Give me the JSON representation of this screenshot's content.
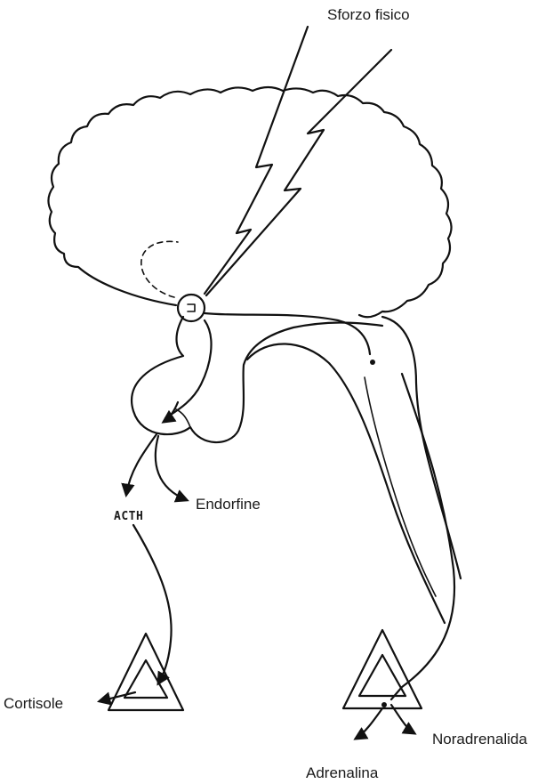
{
  "labels": {
    "stimulus": "Sforzo fisico",
    "acth": "ACTH",
    "endorphins": "Endorfine",
    "cortisol": "Cortisole",
    "adrenaline": "Adrenalina",
    "noradrenaline": "Noradrenalida"
  },
  "colors": {
    "ink": "#111111",
    "background": "#ffffff"
  }
}
